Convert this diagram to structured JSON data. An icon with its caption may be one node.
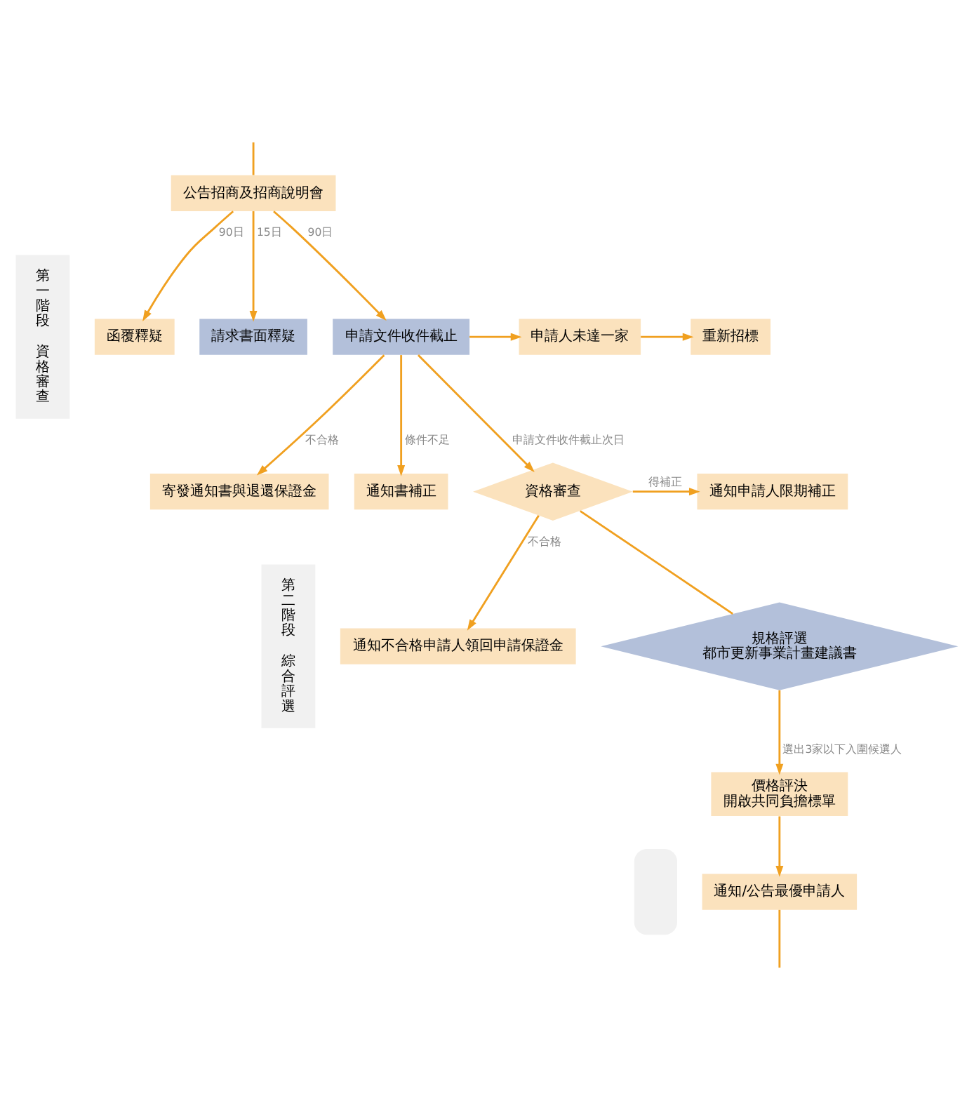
{
  "diagram": {
    "nodes": [
      {
        "text": [
          "第一階段",
          "資格審查"
        ]
      },
      {
        "text": [
          "第二階段",
          "綜合評選"
        ]
      },
      {
        "text": [],
        "shape": "box"
      },
      {
        "text": [
          "公告招商及招商說明會"
        ]
      },
      {
        "text": [
          "函覆釋疑"
        ]
      },
      {
        "text": [
          "請求書面釋疑"
        ]
      },
      {
        "text": [
          "申請文件收件截止"
        ]
      },
      {
        "text": [
          "申請人未達一家"
        ]
      },
      {
        "text": [
          "重新招標"
        ]
      },
      {
        "text": [
          "寄發通知書與退還保證金"
        ]
      },
      {
        "text": [
          "通知書補正"
        ]
      },
      {
        "text": [
          "通知不合格申請人領回申請保證金"
        ]
      },
      {
        "text": [
          "資格審查"
        ]
      },
      {
        "text": [
          "通知申請人限期補正"
        ]
      },
      {
        "text": [
          "規格評選",
          "都市更新事業計畫建議書"
        ]
      },
      {
        "text": [
          "價格評決",
          "開啟共同負擔標單"
        ]
      },
      {
        "text": [
          "通知/公告最優申請人"
        ]
      }
    ],
    "edges": [
      {
        "from": null,
        "to": 3,
        "arrow": "none"
      },
      {
        "from": 3,
        "to": 4,
        "arrow": "to",
        "label": "90日"
      },
      {
        "from": 3,
        "to": 5,
        "arrow": "to",
        "label": "15日"
      },
      {
        "from": 3,
        "to": 6,
        "arrow": "to",
        "label": "90日"
      },
      {
        "from": 6,
        "to": 7,
        "arrow": "to"
      },
      {
        "from": 7,
        "to": 8,
        "arrow": "to"
      },
      {
        "from": 6,
        "to": 9,
        "arrow": "to",
        "label": "不合格"
      },
      {
        "from": 6,
        "to": 10,
        "arrow": "to",
        "label": "條件不足"
      },
      {
        "from": 6,
        "to": 12,
        "arrow": "to",
        "label": "申請文件收件截止次日"
      },
      {
        "from": 12,
        "to": 11,
        "arrow": "to",
        "label": "不合格"
      },
      {
        "from": 12,
        "to": 13,
        "arrow": "to",
        "label": "得補正"
      },
      {
        "from": 12,
        "to": 14,
        "arrow": "none"
      },
      {
        "from": 14,
        "to": 15,
        "arrow": "to",
        "label": "選出3家以下入圍候選人"
      },
      {
        "from": 15,
        "to": 16,
        "arrow": "to"
      },
      {
        "from": 16,
        "to": null,
        "arrow": "none"
      }
    ]
  }
}
